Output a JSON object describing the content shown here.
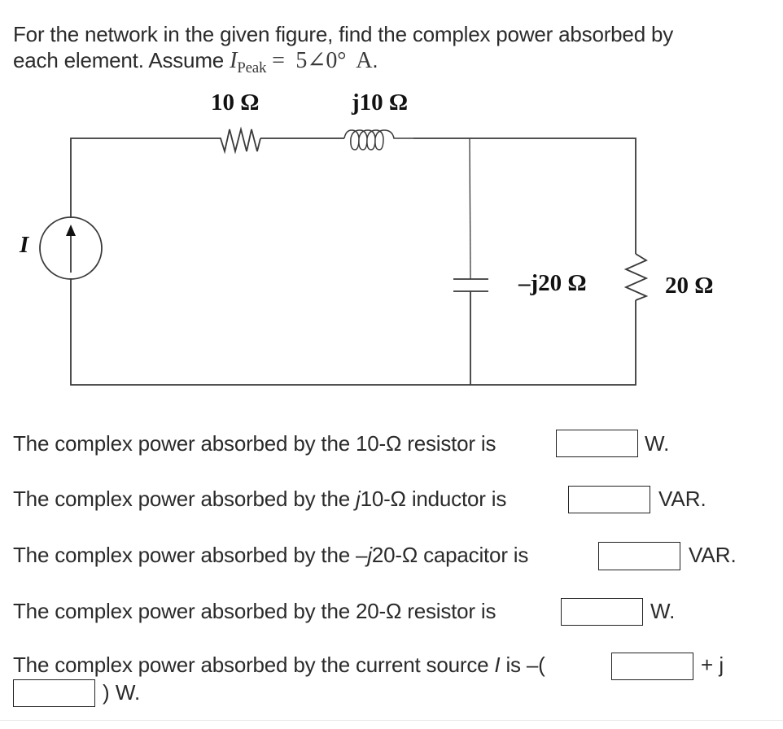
{
  "prompt": {
    "text": "For the network in the given figure, find the complex power absorbed by each element. Assume",
    "line1": "For the network in the given figure, find the complex power absorbed by",
    "line2": "each element. Assume",
    "math": {
      "symbol": "I",
      "subscript": "Peak",
      "equals": "=",
      "value": "5∠0°",
      "unit": "A",
      "period": "."
    }
  },
  "circuit": {
    "source_label": "I",
    "resistor1_label": "10 Ω",
    "inductor_label": "j10 Ω",
    "capacitor_label": "–j20 Ω",
    "resistor2_label": "20 Ω"
  },
  "questions": [
    {
      "prefix": "The complex power absorbed by the 10-Ω resistor is",
      "value": "",
      "unit": "W."
    },
    {
      "prefix_a": "The complex power absorbed by the ",
      "prefix_it": "j",
      "prefix_b": "10-Ω inductor is",
      "value": "",
      "unit": "VAR."
    },
    {
      "prefix_a": "The complex power absorbed by the –",
      "prefix_it": "j",
      "prefix_b": "20-Ω capacitor is",
      "value": "",
      "unit": "VAR."
    },
    {
      "prefix": "The complex power absorbed by the 20-Ω resistor is",
      "value": "",
      "unit": "W."
    },
    {
      "prefix_a": "The complex power absorbed by the current source ",
      "prefix_it": "I",
      "prefix_b": " is –(",
      "value_real": "",
      "mid": "+ j",
      "value_imag": "",
      "unit": ") W."
    }
  ]
}
